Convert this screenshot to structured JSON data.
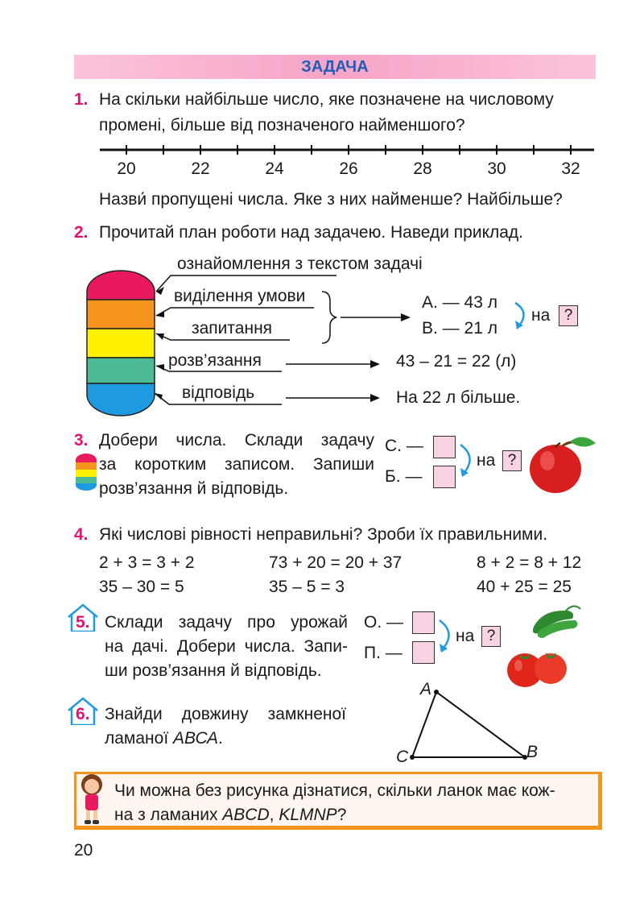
{
  "section_title": "ЗАДАЧА",
  "task1": {
    "number": "1.",
    "line1": "На скільки найбільше число, яке позначене на числовому",
    "line2": "промені, більше від позначеного найменшого?",
    "ticks": [
      "20",
      "22",
      "24",
      "26",
      "28",
      "30",
      "32"
    ],
    "question": "Назви́ пропущені числа. Яке з них найменше? Найбільше?"
  },
  "task2": {
    "number": "2.",
    "text": "Прочитай план роботи над задачею. Наведи приклад.",
    "steps": [
      "ознайомлення з текстом задачі",
      "виділення умови",
      "запитання",
      "розв’язання",
      "відповідь"
    ],
    "record_a": "А. — 43 л",
    "record_b": "В. — 21 л",
    "na": "на",
    "q": "?",
    "solution": "43 – 21 = 22 (л)",
    "answer": "На 22 л більше.",
    "colors": [
      "#e8195c",
      "#f7941d",
      "#fff200",
      "#4cbb94",
      "#1e9be0"
    ]
  },
  "task3": {
    "number": "3.",
    "line1": "Добери числа. Склади задачу",
    "line2": "за коротким записом. Запиши",
    "line3": "розв’язання й відповідь.",
    "label_c": "С. —",
    "label_b": "Б. —",
    "na": "на",
    "q": "?"
  },
  "task4": {
    "number": "4.",
    "text": "Які числові рівності неправильні? Зроби їх правильними.",
    "eqs": [
      "2 + 3 = 3 + 2",
      "73 + 20 = 20 + 37",
      "8 + 2 = 8 + 12",
      "35 – 30 = 5",
      "35 – 5 = 3",
      "40 + 25 = 25"
    ]
  },
  "task5": {
    "number": "5.",
    "line1": "Склади задачу про урожай",
    "line2": "на дачі. Добери числа. Запи-",
    "line3": "ши розв’язання й відповідь.",
    "label_o": "О. —",
    "label_p": "П. —",
    "na": "на",
    "q": "?"
  },
  "task6": {
    "number": "6.",
    "line1": "Знайди довжину замкненої",
    "line2_pre": "ламаної ",
    "line2_it": "АВСА",
    "line2_post": ".",
    "vertex_a": "A",
    "vertex_b": "B",
    "vertex_c": "C"
  },
  "bottom": {
    "line1": "Чи можна без рисунка дізнатися, скільки ланок має кож-",
    "line2_pre": "на з ламаних ",
    "line2_abcd": "ABCD",
    "line2_sep": ", ",
    "line2_klmnp": "KLMNP",
    "line2_post": "?"
  },
  "page_number": "20"
}
